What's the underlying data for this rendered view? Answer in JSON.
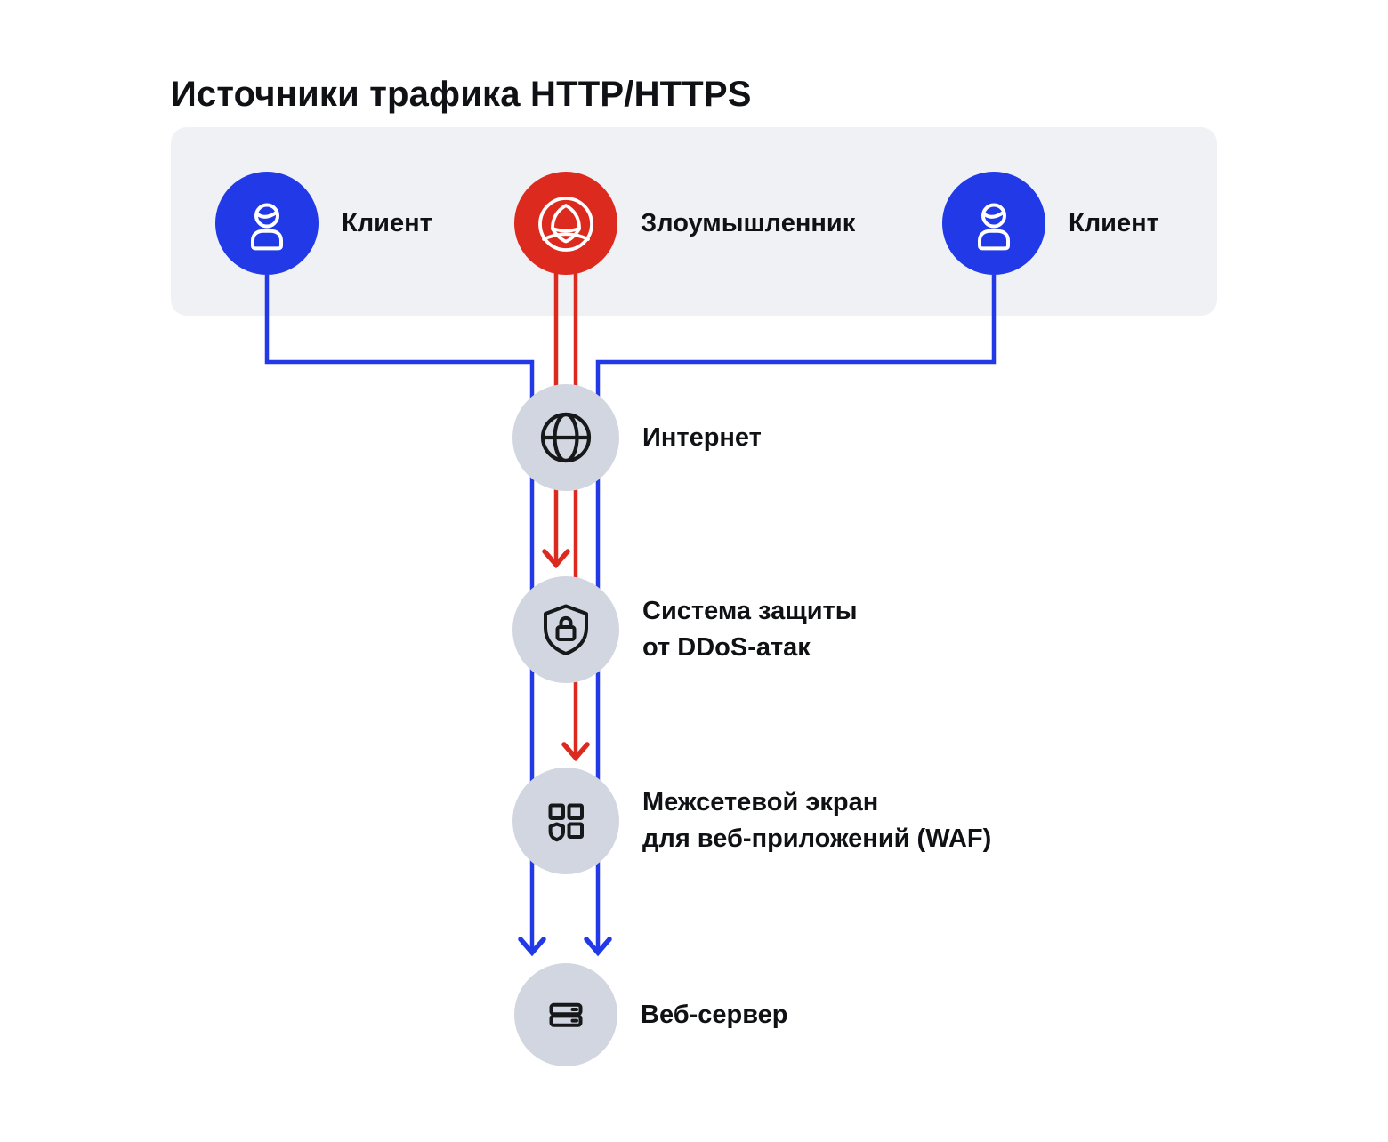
{
  "title": "Источники трафика HTTP/HTTPS",
  "colors": {
    "client_blue": "#2139E6",
    "attacker_red": "#DC2A1F",
    "node_circle_gray": "#D2D6E0",
    "panel_bg": "#F0F1F4",
    "line_blue": "#2139E6",
    "line_red": "#DC2A1F",
    "icon_dark": "#17181A",
    "text": "#101114",
    "background": "#FFFFFF"
  },
  "traffic_sources": {
    "items": [
      {
        "id": "client_left",
        "type": "client",
        "icon": "user-icon",
        "label": "Клиент"
      },
      {
        "id": "attacker",
        "type": "attacker",
        "icon": "hacker-icon",
        "label": "Злоумышленник"
      },
      {
        "id": "client_right",
        "type": "client",
        "icon": "user-icon",
        "label": "Клиент"
      }
    ]
  },
  "flow_nodes": [
    {
      "id": "internet",
      "icon": "globe-icon",
      "label": "Интернет"
    },
    {
      "id": "ddos_protection",
      "icon": "shield-lock-icon",
      "label_line1": "Система защиты",
      "label_line2": "от DDoS-атак"
    },
    {
      "id": "waf",
      "icon": "shield-grid-icon",
      "label_line1": "Межсетевой экран",
      "label_line2": "для веб-приложений (WAF)"
    },
    {
      "id": "web_server",
      "icon": "server-icon",
      "label": "Веб-сервер"
    }
  ],
  "flows": [
    {
      "from": "client_left",
      "color": "blue",
      "path": [
        "internet",
        "ddos_protection",
        "waf"
      ],
      "terminates_at": "web_server",
      "arrow": true
    },
    {
      "from": "client_right",
      "color": "blue",
      "path": [
        "internet",
        "ddos_protection",
        "waf"
      ],
      "terminates_at": "web_server",
      "arrow": true
    },
    {
      "from": "attacker",
      "color": "red",
      "path": [
        "internet"
      ],
      "terminates_at": "ddos_protection",
      "arrow": true
    },
    {
      "from": "attacker",
      "color": "red",
      "path": [
        "internet",
        "ddos_protection"
      ],
      "terminates_at": "waf",
      "arrow": true
    }
  ]
}
